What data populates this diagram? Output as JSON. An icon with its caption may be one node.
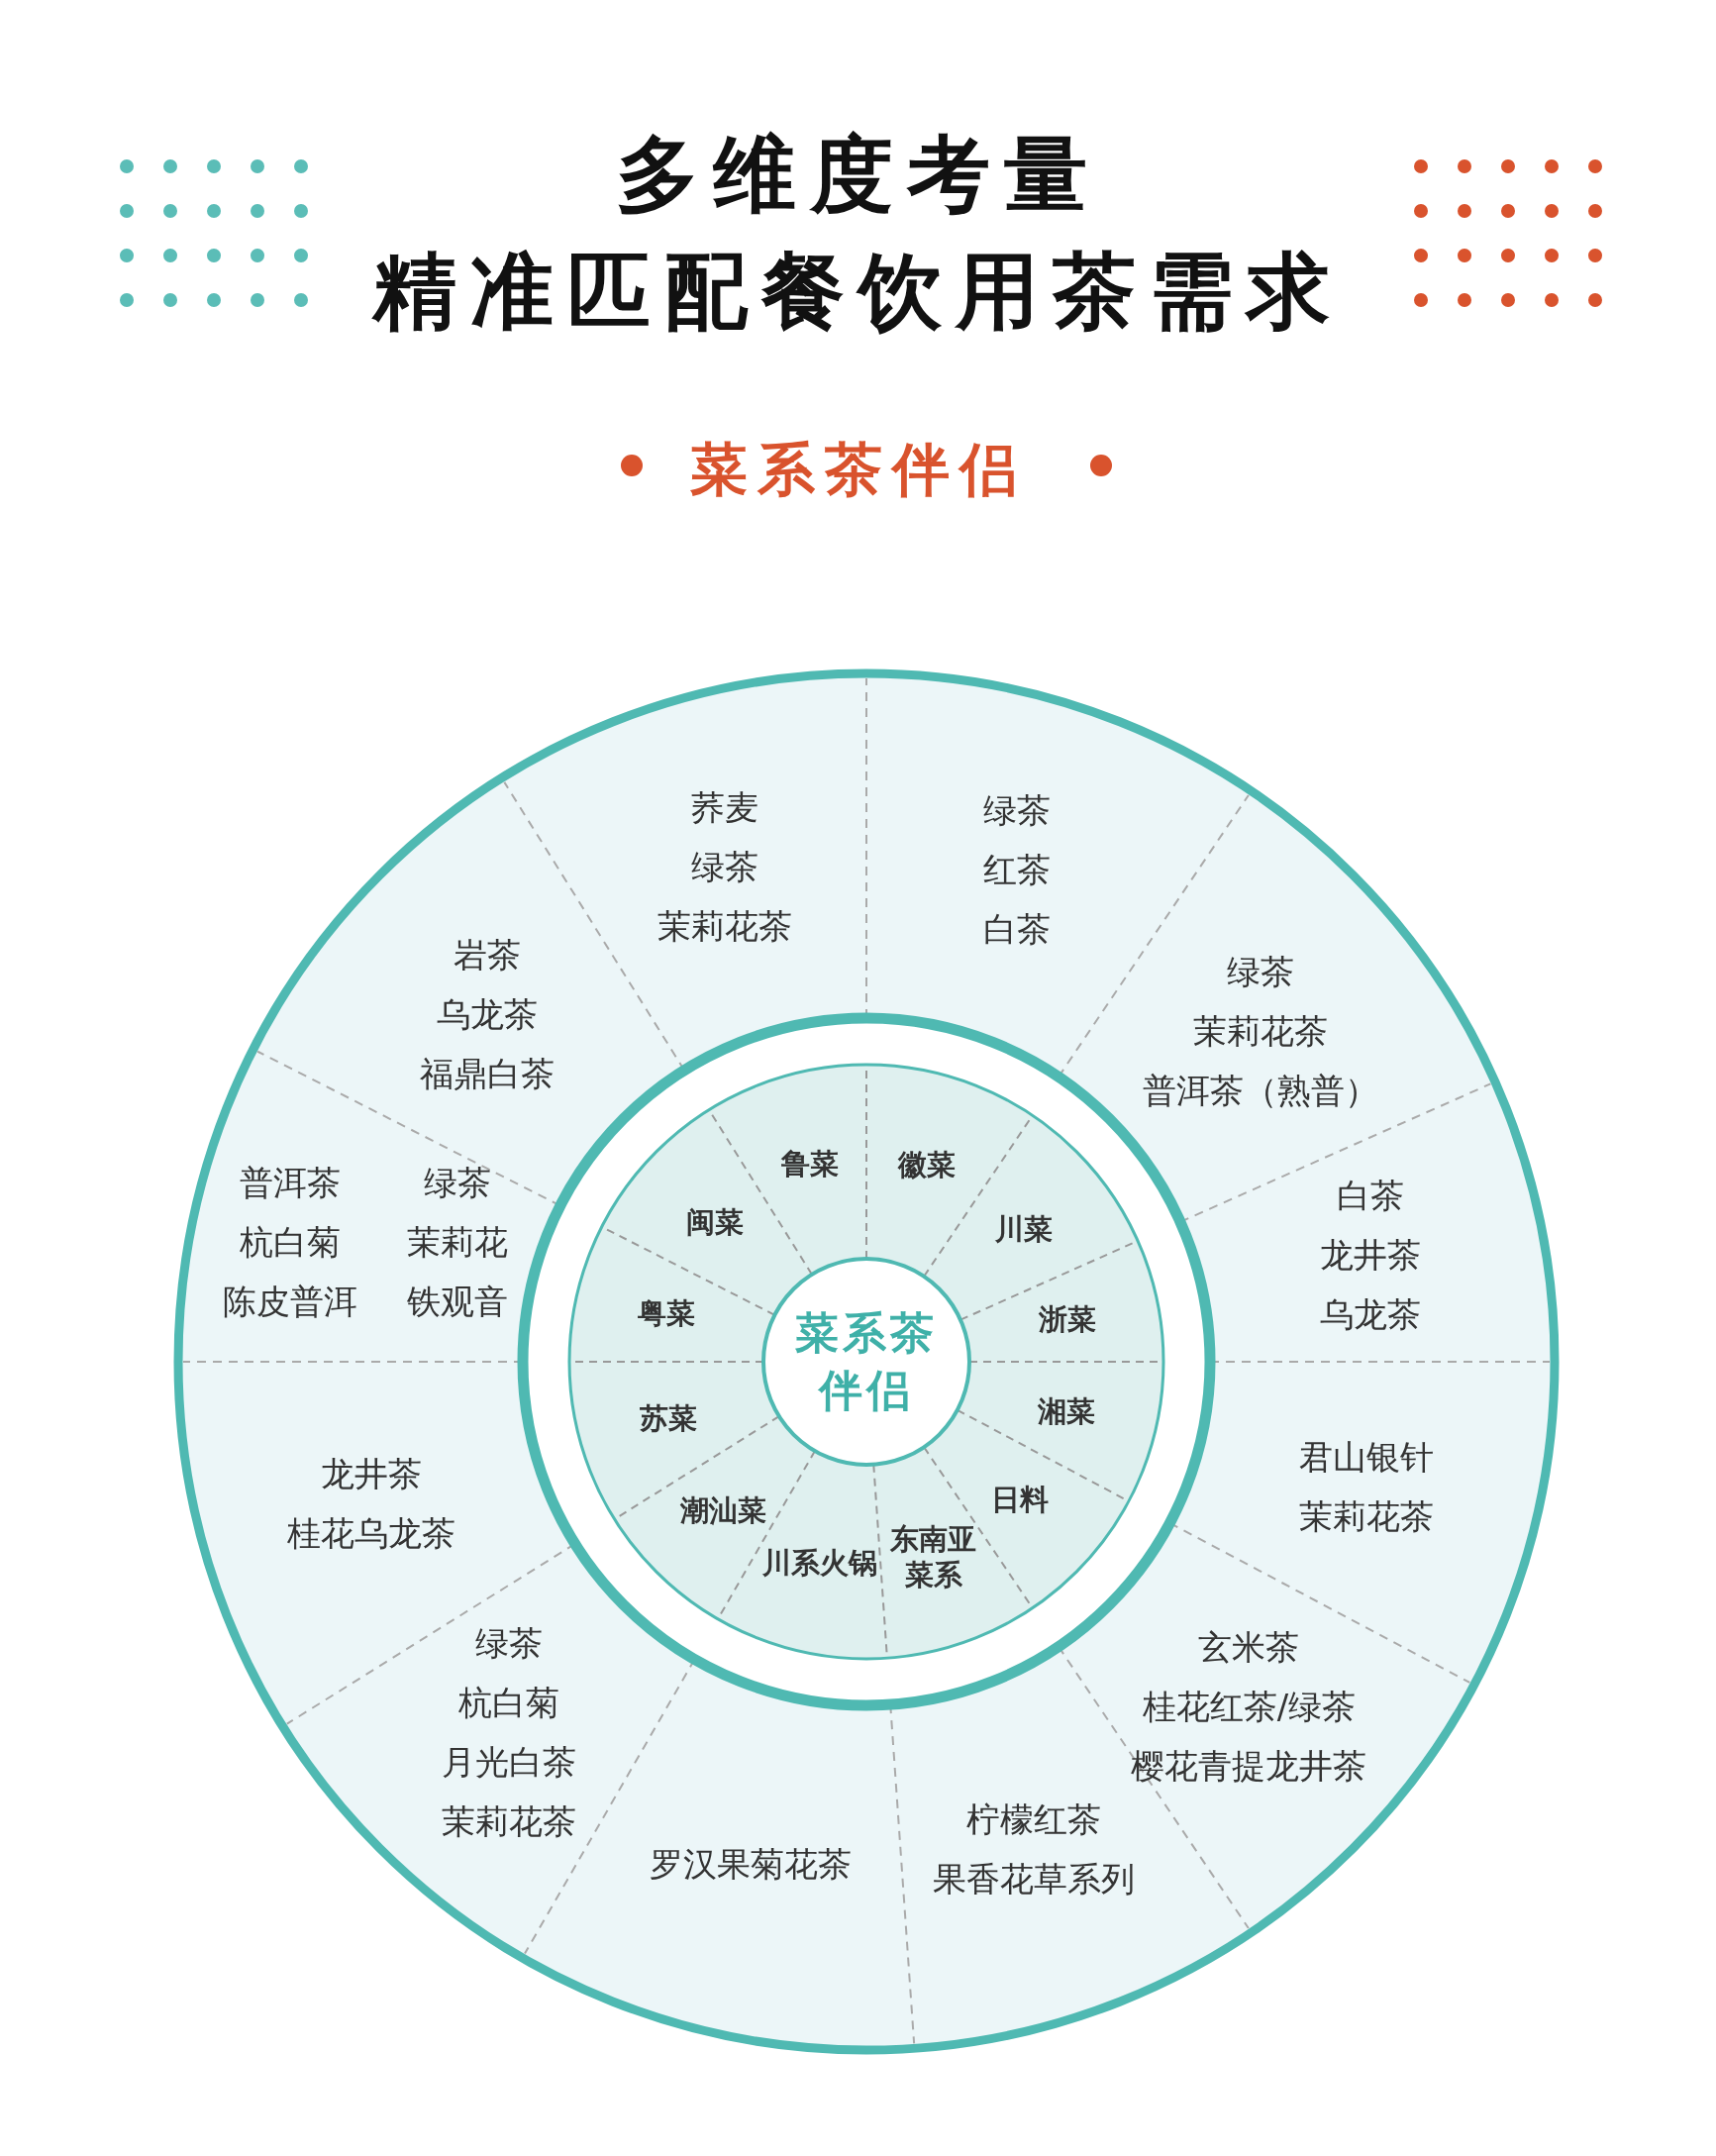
{
  "diagram": {
    "title": "多维度考量",
    "nodes": [
      {
        "text": [
          "菜系茶伴侣"
        ]
      },
      {
        "text": [
          "鲁菜"
        ]
      },
      {
        "text": [
          "徽菜"
        ]
      },
      {
        "text": [
          "川菜"
        ]
      },
      {
        "text": [
          "浙菜"
        ]
      },
      {
        "text": [
          "湘菜"
        ]
      },
      {
        "text": [
          "日料"
        ]
      },
      {
        "text": [
          "东南亚菜系"
        ]
      },
      {
        "text": [
          "川系火锅"
        ]
      },
      {
        "text": [
          "潮汕菜"
        ]
      },
      {
        "text": [
          "苏菜"
        ]
      },
      {
        "text": [
          "粤菜"
        ]
      },
      {
        "text": [
          "闽菜"
        ]
      },
      {
        "text": [
          "荞麦",
          "绿茶",
          "茉莉花茶"
        ]
      },
      {
        "text": [
          "绿茶",
          "红茶",
          "白茶"
        ]
      },
      {
        "text": [
          "绿茶",
          "茉莉花茶",
          "普洱茶（熟普）"
        ]
      },
      {
        "text": [
          "白茶",
          "龙井茶",
          "乌龙茶"
        ]
      },
      {
        "text": [
          "君山银针",
          "茉莉花茶"
        ]
      },
      {
        "text": [
          "玄米茶",
          "桂花红茶/绿茶",
          "樱花青提龙井茶"
        ]
      },
      {
        "text": [
          "柠檬红茶",
          "果香花草系列"
        ]
      },
      {
        "text": [
          "罗汉果菊花茶"
        ]
      },
      {
        "text": [
          "绿茶",
          "杭白菊",
          "月光白茶",
          "茉莉花茶"
        ]
      },
      {
        "text": [
          "龙井茶",
          "桂花乌龙茶"
        ]
      },
      {
        "text": [
          "普洱茶",
          "杭白菊",
          "陈皮普洱",
          "绿茶",
          "茉莉花",
          "铁观音"
        ]
      },
      {
        "text": [
          "岩茶",
          "乌龙茶",
          "福鼎白茶"
        ]
      }
    ],
    "labels": [
      "精准匹配餐饮用茶需求",
      "菜系茶伴侣"
    ]
  }
}
